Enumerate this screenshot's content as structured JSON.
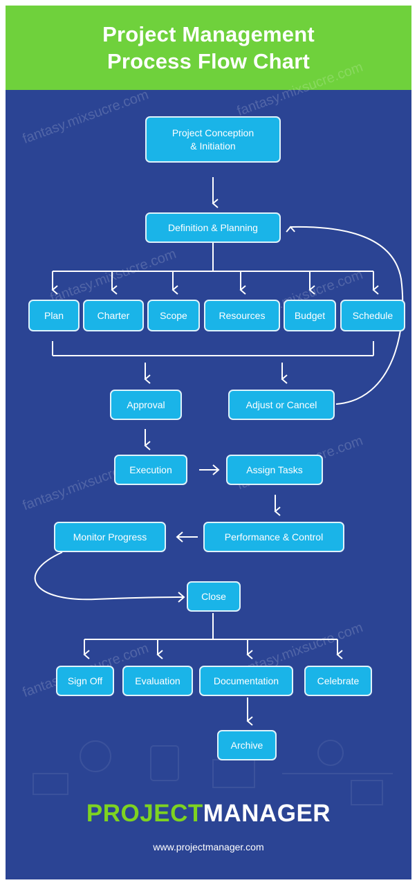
{
  "header": {
    "title_line1": "Project Management",
    "title_line2": "Process Flow Chart"
  },
  "nodes": {
    "conception": "Project Conception\n& Initiation",
    "planning": "Definition & Planning",
    "plan": "Plan",
    "charter": "Charter",
    "scope": "Scope",
    "resources": "Resources",
    "budget": "Budget",
    "schedule": "Schedule",
    "approval": "Approval",
    "adjust": "Adjust or Cancel",
    "execution": "Execution",
    "assign": "Assign Tasks",
    "performance": "Performance & Control",
    "monitor": "Monitor Progress",
    "close": "Close",
    "signoff": "Sign Off",
    "evaluation": "Evaluation",
    "documentation": "Documentation",
    "celebrate": "Celebrate",
    "archive": "Archive"
  },
  "footer": {
    "logo_part1": "PROJECT",
    "logo_part2": "MANAGER",
    "url": "www.projectmanager.com"
  },
  "watermark": "fantasy.mixsucre.com",
  "colors": {
    "background": "#2b4494",
    "header": "#6fd13c",
    "box": "#1ab4e8",
    "logo_green": "#7ed321"
  }
}
